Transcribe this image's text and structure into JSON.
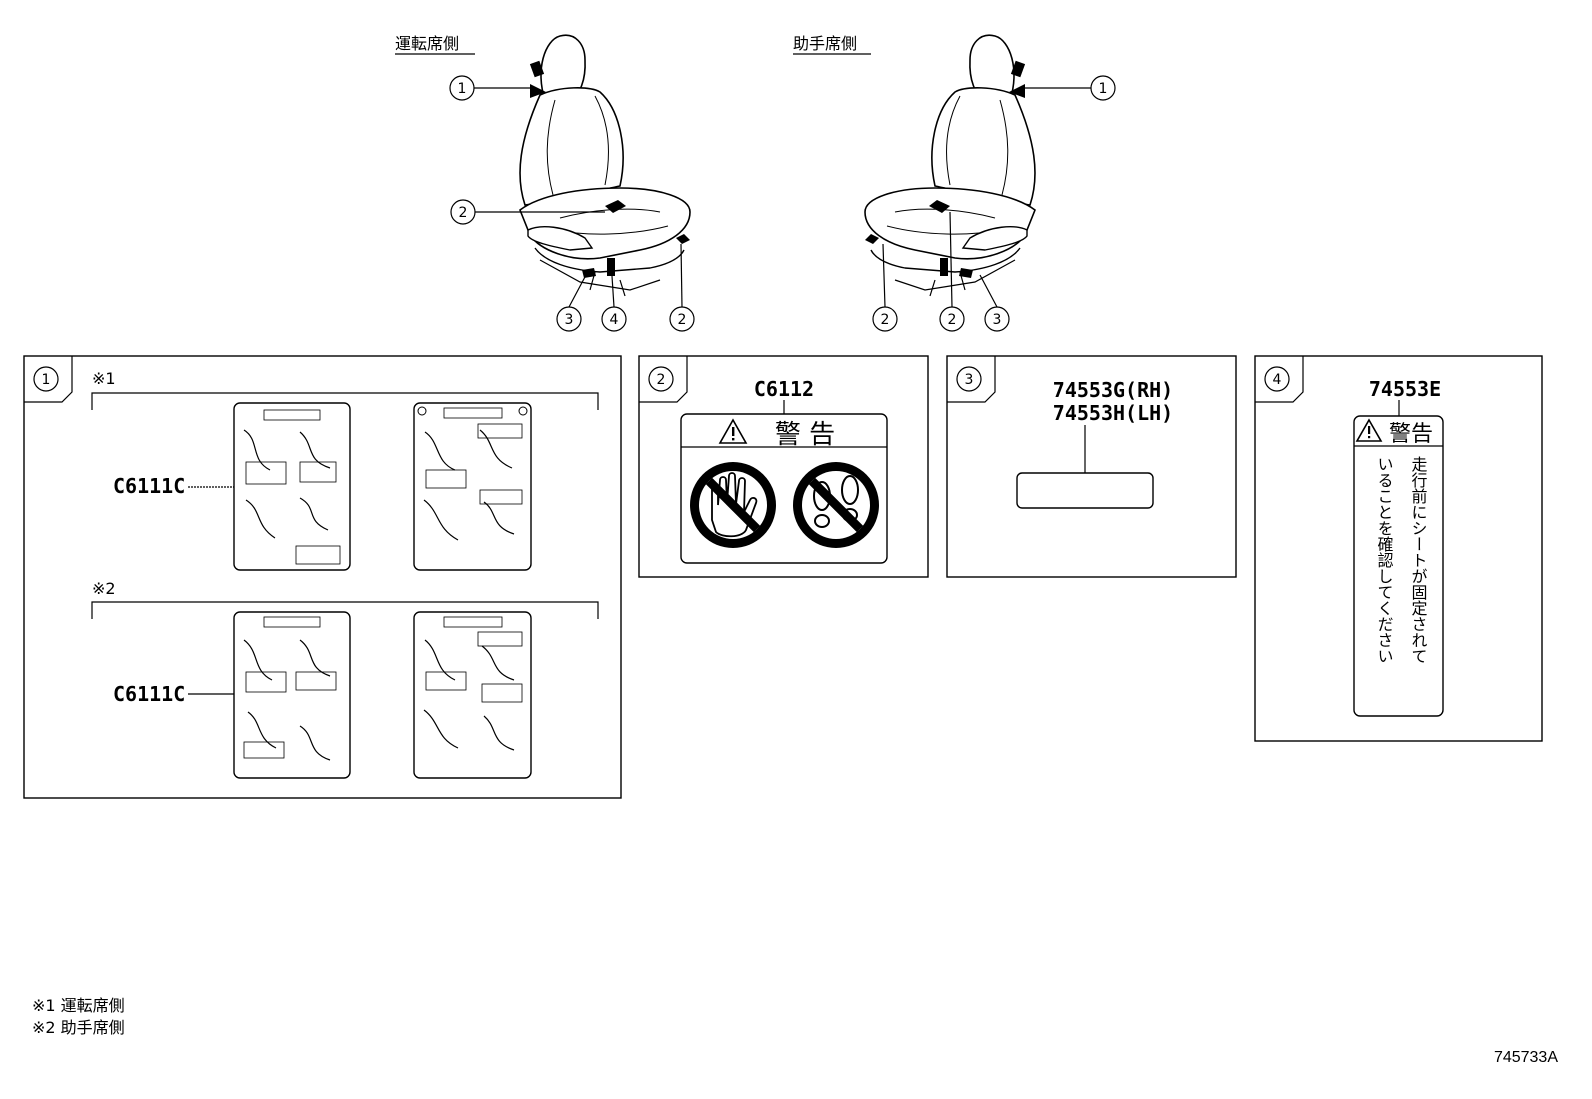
{
  "headers": {
    "driver_side": "運転席側",
    "passenger_side": "助手席側"
  },
  "callouts": {
    "c1": "1",
    "c2": "2",
    "c3": "3",
    "c4": "4"
  },
  "panel1": {
    "mark1": "※1",
    "mark2": "※2",
    "part_top": "C6111C",
    "part_bottom": "C6111C"
  },
  "panel2": {
    "part": "C6112",
    "warning": "警 告"
  },
  "panel3": {
    "part_rh": "74553G(RH)",
    "part_lh": "74553H(LH)"
  },
  "panel4": {
    "part": "74553E",
    "warning": "警告",
    "col1": "走行前にシートが固定されて",
    "col2": "いることを確認してください"
  },
  "notes": {
    "n1": "※1 運転席側",
    "n2": "※2 助手席側"
  },
  "drawing_number": "745733A"
}
